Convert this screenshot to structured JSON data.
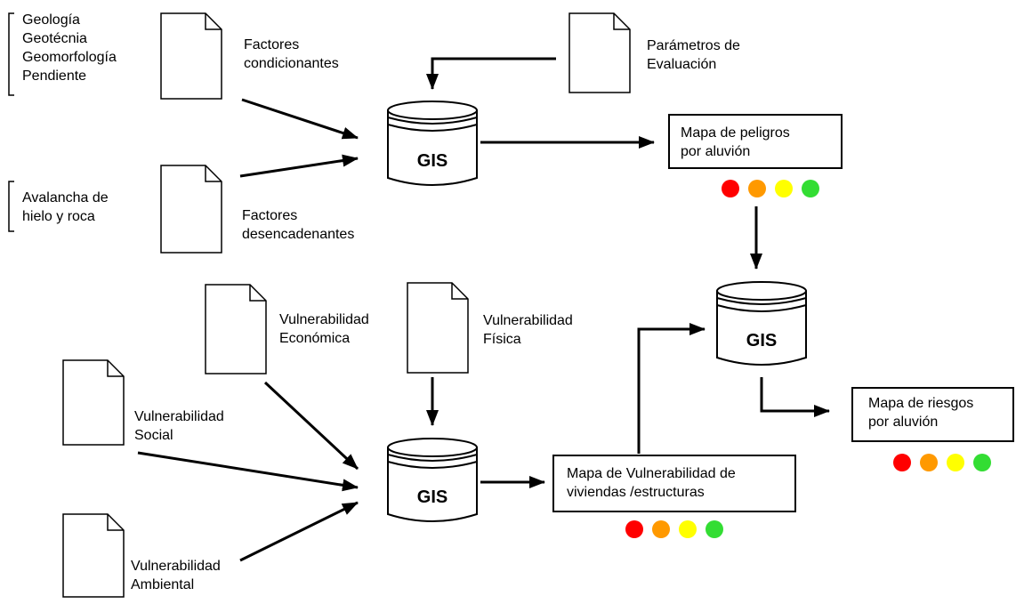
{
  "geo_factors": [
    "Geología",
    "Geotécnia",
    "Geomorfología",
    "Pendiente"
  ],
  "trigger_factors": [
    "Avalancha de",
    "hielo y roca"
  ],
  "factores_condicionantes": [
    "Factores",
    "condicionantes"
  ],
  "factores_desencadenantes": [
    "Factores",
    "desencadenantes"
  ],
  "parametros": [
    "Parámetros de",
    "Evaluación"
  ],
  "gis_label": "GIS",
  "mapa_peligros": [
    "Mapa de peligros",
    "por aluvión"
  ],
  "mapa_riesgos": [
    "Mapa de riesgos",
    "por aluvión"
  ],
  "mapa_vulnerabilidad": [
    "Mapa de Vulnerabilidad de",
    "viviendas /estructuras"
  ],
  "vuln_economica": [
    "Vulnerabilidad",
    "Económica"
  ],
  "vuln_fisica": [
    "Vulnerabilidad",
    "Física"
  ],
  "vuln_social": [
    "Vulnerabilidad",
    "Social"
  ],
  "vuln_ambiental": [
    "Vulnerabilidad",
    "Ambiental"
  ],
  "risk_colors": [
    "#ff0000",
    "#ff9900",
    "#ffff00",
    "#33dd33"
  ]
}
